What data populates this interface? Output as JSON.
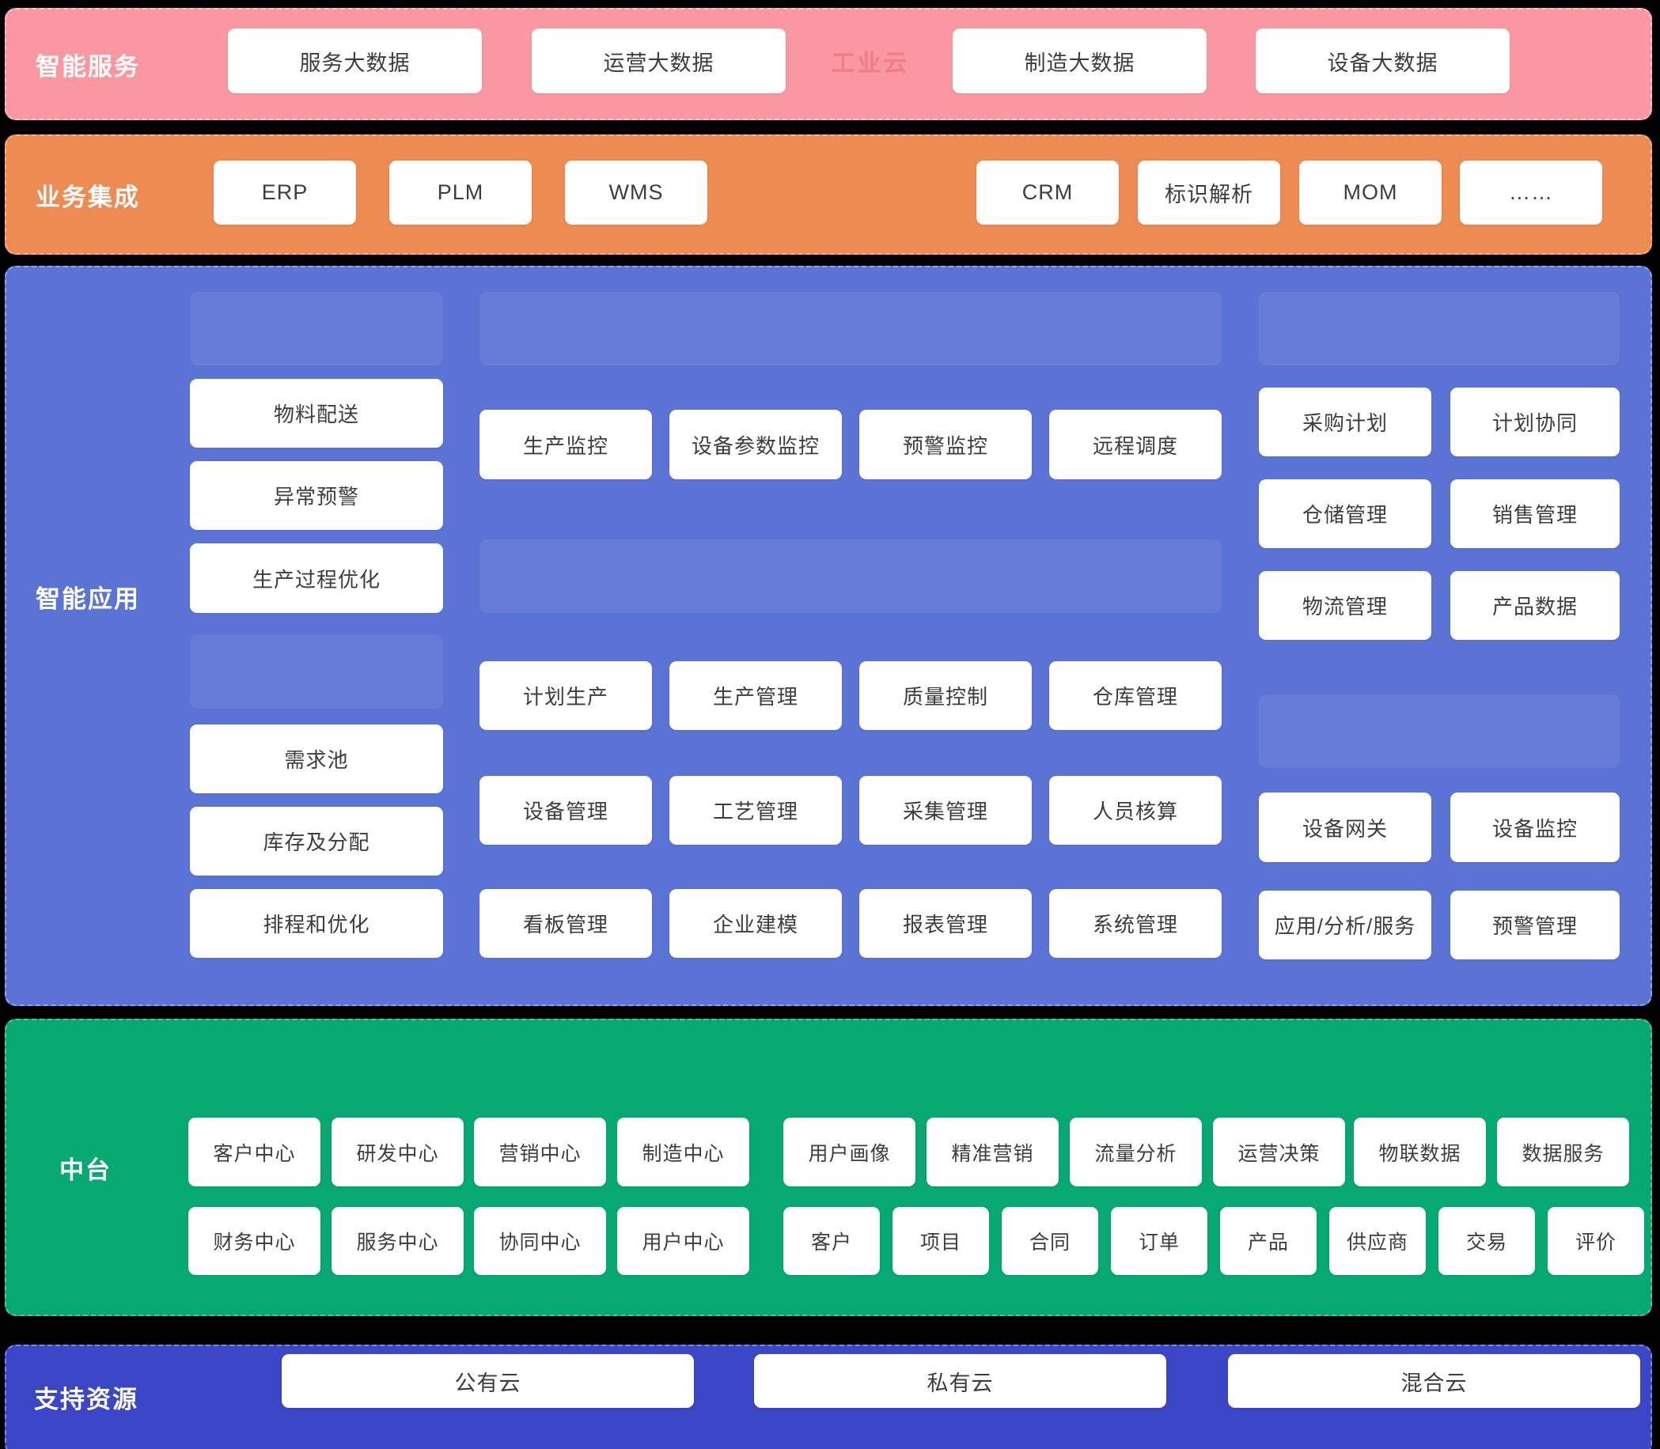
{
  "colors": {
    "background": "#000000",
    "services_band": "#FA98A1",
    "integration_band": "#EE8B52",
    "applications_band": "#5C73D6",
    "midplatform_band": "#07A973",
    "resources_band": "#3B46C6",
    "watermark_text": "#EF7E88",
    "node_text": "#3D3D3D",
    "label_text": "#FFFFFF"
  },
  "bands": {
    "services": {
      "label": "智能服务",
      "watermark": "工业云",
      "items": [
        "服务大数据",
        "运营大数据",
        "制造大数据",
        "设备大数据"
      ]
    },
    "integration": {
      "label": "业务集成",
      "items": [
        "ERP",
        "PLM",
        "WMS",
        "CRM",
        "标识解析",
        "MOM",
        "……"
      ]
    },
    "applications": {
      "label": "智能应用",
      "left": [
        "物料配送",
        "异常预警",
        "生产过程优化",
        "需求池",
        "库存及分配",
        "排程和优化"
      ],
      "middle": [
        [
          "生产监控",
          "设备参数监控",
          "预警监控",
          "远程调度"
        ],
        [
          "计划生产",
          "生产管理",
          "质量控制",
          "仓库管理"
        ],
        [
          "设备管理",
          "工艺管理",
          "采集管理",
          "人员核算"
        ],
        [
          "看板管理",
          "企业建模",
          "报表管理",
          "系统管理"
        ]
      ],
      "right": [
        [
          "采购计划",
          "计划协同"
        ],
        [
          "仓储管理",
          "销售管理"
        ],
        [
          "物流管理",
          "产品数据"
        ],
        [
          "设备网关",
          "设备监控"
        ],
        [
          "应用/分析/服务",
          "预警管理"
        ]
      ]
    },
    "midplatform": {
      "label": "中台",
      "row1": [
        "客户中心",
        "研发中心",
        "营销中心",
        "制造中心",
        "用户画像",
        "精准营销",
        "流量分析",
        "运营决策",
        "物联数据",
        "数据服务"
      ],
      "row2_large": [
        "财务中心",
        "服务中心",
        "协同中心",
        "用户中心"
      ],
      "row2_small": [
        "客户",
        "项目",
        "合同",
        "订单",
        "产品",
        "供应商",
        "交易",
        "评价"
      ]
    },
    "resources": {
      "label": "支持资源",
      "items": [
        "公有云",
        "私有云",
        "混合云"
      ]
    }
  }
}
